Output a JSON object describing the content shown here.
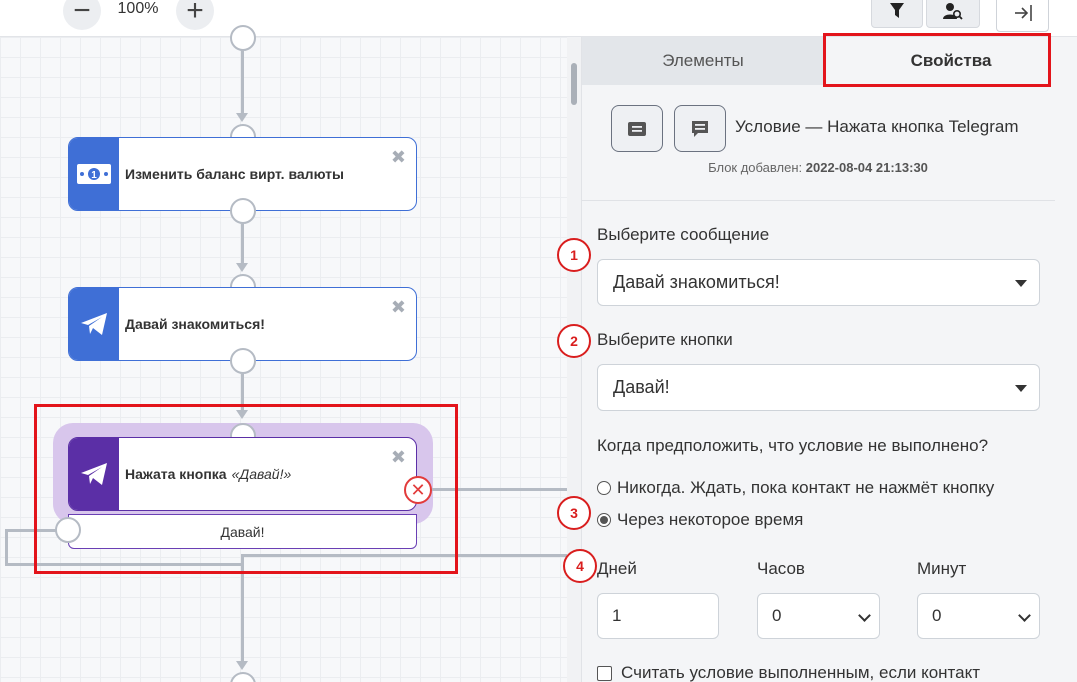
{
  "toolbar": {
    "zoom_out_label": "−",
    "zoom_level": "100%",
    "zoom_in_label": "+",
    "filter_icon": "filter-icon",
    "user_search_icon": "user-search-icon",
    "exit_icon": "exit-icon"
  },
  "canvas": {
    "nodes": [
      {
        "label": "Изменить баланс вирт. валюты",
        "icon": "money-icon",
        "color": "#3f6fd6"
      },
      {
        "label": "Давай знакомиться!",
        "icon": "telegram-icon",
        "color": "#3f6fd6"
      },
      {
        "label_main": "Нажата кнопка",
        "label_quote": "«Давай!»",
        "icon": "telegram-icon",
        "color": "#5b2fa6"
      }
    ],
    "branch_label": "Давай!",
    "close_glyph": "✖",
    "fail_glyph": "✕"
  },
  "panel": {
    "tabs": [
      {
        "label": "Элементы",
        "active": false
      },
      {
        "label": "Свойства",
        "active": true
      }
    ],
    "block_title": "Условие — Нажата кнопка Telegram",
    "block_added_label": "Блок добавлен:",
    "block_added_date": "2022-08-04 21:13:30",
    "select_message_label": "Выберите сообщение",
    "select_message_value": "Давай знакомиться!",
    "select_buttons_label": "Выберите кнопки",
    "select_buttons_value": "Давай!",
    "condition_question": "Когда предположить, что условие не выполнено?",
    "radio_options": [
      {
        "label": "Никогда. Ждать, пока контакт не нажмёт кнопку",
        "checked": false
      },
      {
        "label": "Через некоторое время",
        "checked": true
      }
    ],
    "days_label": "Дней",
    "days_value": "1",
    "hours_label": "Часов",
    "hours_value": "0",
    "minutes_label": "Минут",
    "minutes_value": "0",
    "checkbox_label": "Считать условие выполненным, если контакт"
  },
  "badges": [
    "1",
    "2",
    "3",
    "4"
  ],
  "colors": {
    "accent_blue": "#3f6fd6",
    "accent_purple": "#5b2fa6",
    "highlight_red": "#e3141b"
  }
}
